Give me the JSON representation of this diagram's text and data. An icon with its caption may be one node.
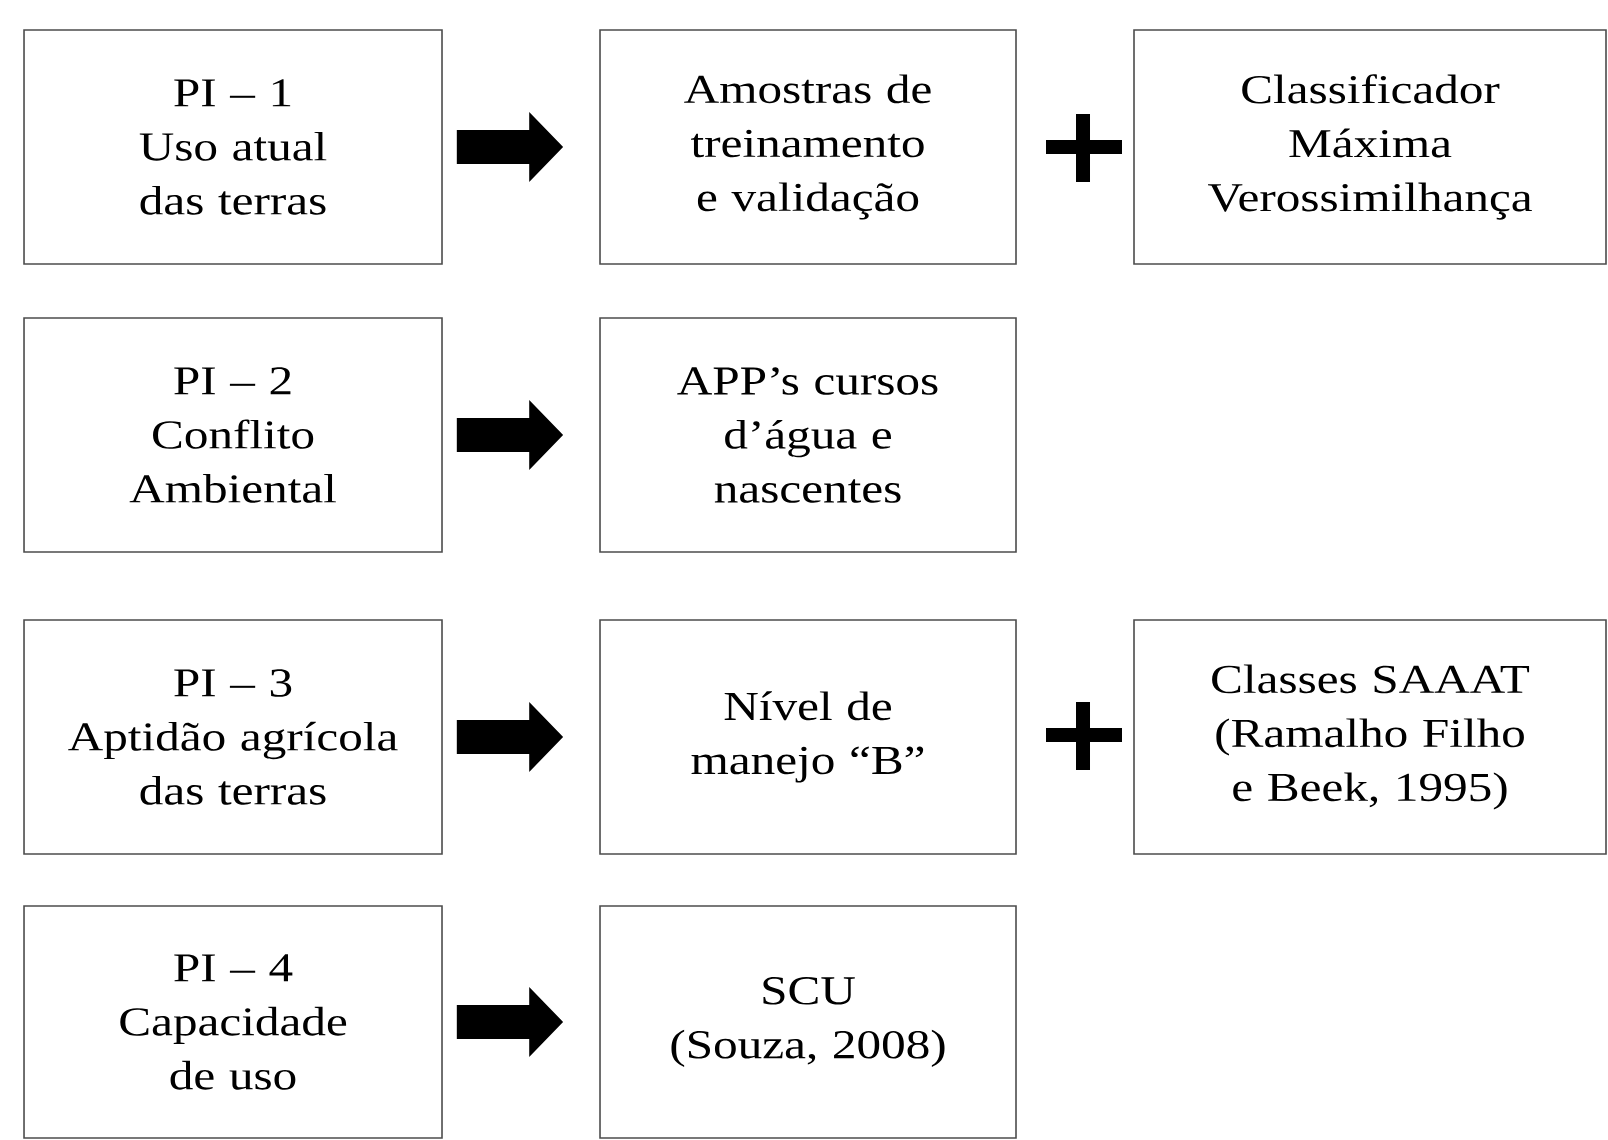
{
  "diagram": {
    "nodes": [
      {
        "text": [
          "PI – 1",
          "Uso atual das terras"
        ]
      },
      {
        "text": [
          "Amostras de treinamento e validação"
        ]
      },
      {
        "text": [
          "Classificador Máxima Verossimilhança"
        ]
      },
      {
        "text": [
          "PI – 2",
          "Conflito Ambiental"
        ]
      },
      {
        "text": [
          "APP’s cursos d’água e nascentes"
        ]
      },
      {
        "text": [
          "PI – 3",
          "Aptidão agrícola das terras"
        ]
      },
      {
        "text": [
          "Nível de manejo “B”"
        ]
      },
      {
        "text": [
          "Classes SAAAT (Ramalho Filho e Beek, 1995)"
        ]
      },
      {
        "text": [
          "PI – 4",
          "Capacidade de uso"
        ]
      },
      {
        "text": [
          "SCU",
          "(Souza, 2008)"
        ]
      }
    ],
    "edges": [
      {
        "from": 0,
        "to": 1,
        "arrow": "to"
      },
      {
        "from": 3,
        "to": 4,
        "arrow": "to"
      },
      {
        "from": 5,
        "to": 6,
        "arrow": "to"
      },
      {
        "from": 8,
        "to": 9,
        "arrow": "to"
      }
    ]
  }
}
